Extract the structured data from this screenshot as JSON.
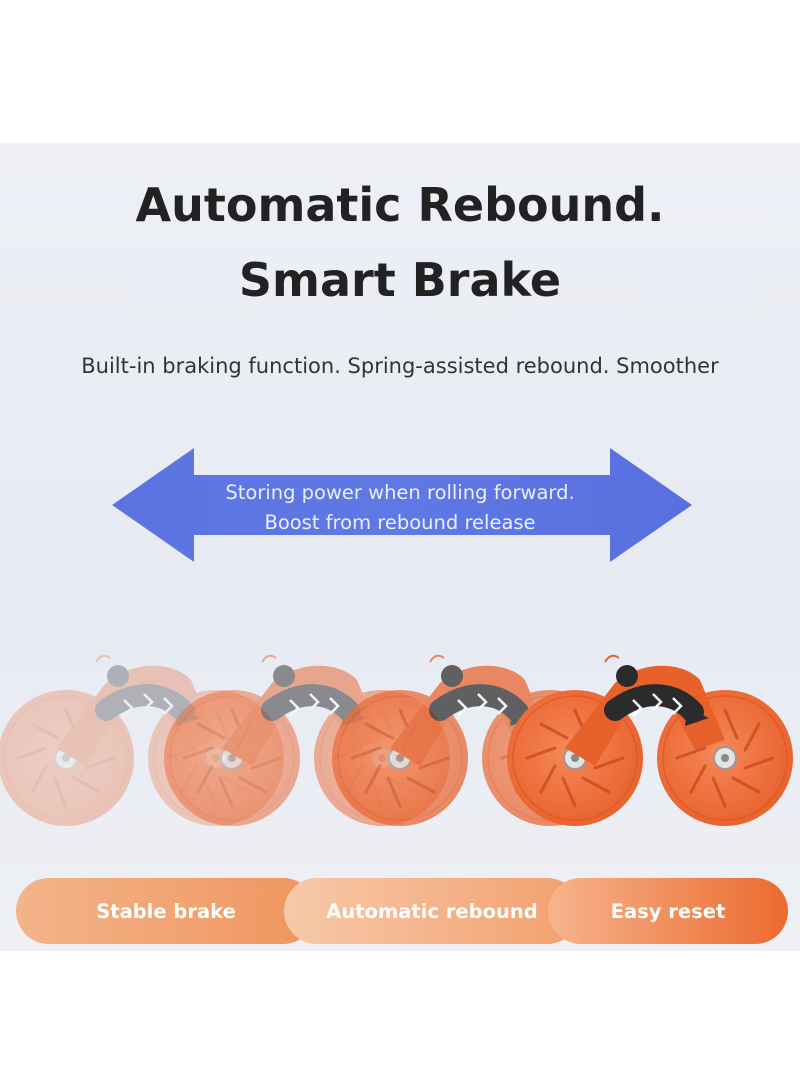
{
  "headline": {
    "line1": "Automatic Rebound.",
    "line2": "Smart Brake"
  },
  "subtitle": "Built-in braking function. Spring-assisted rebound. Smoother",
  "arrow": {
    "line1": "Storing power when rolling forward.",
    "line2": "Boost from rebound release",
    "color": "#5a73e0"
  },
  "features": [
    {
      "label": "Stable brake"
    },
    {
      "label": "Automatic rebound"
    },
    {
      "label": "Easy reset"
    }
  ],
  "colors": {
    "background": "#e9ecf3",
    "accent_orange": "#ec6a2f",
    "title_text": "#222222"
  }
}
